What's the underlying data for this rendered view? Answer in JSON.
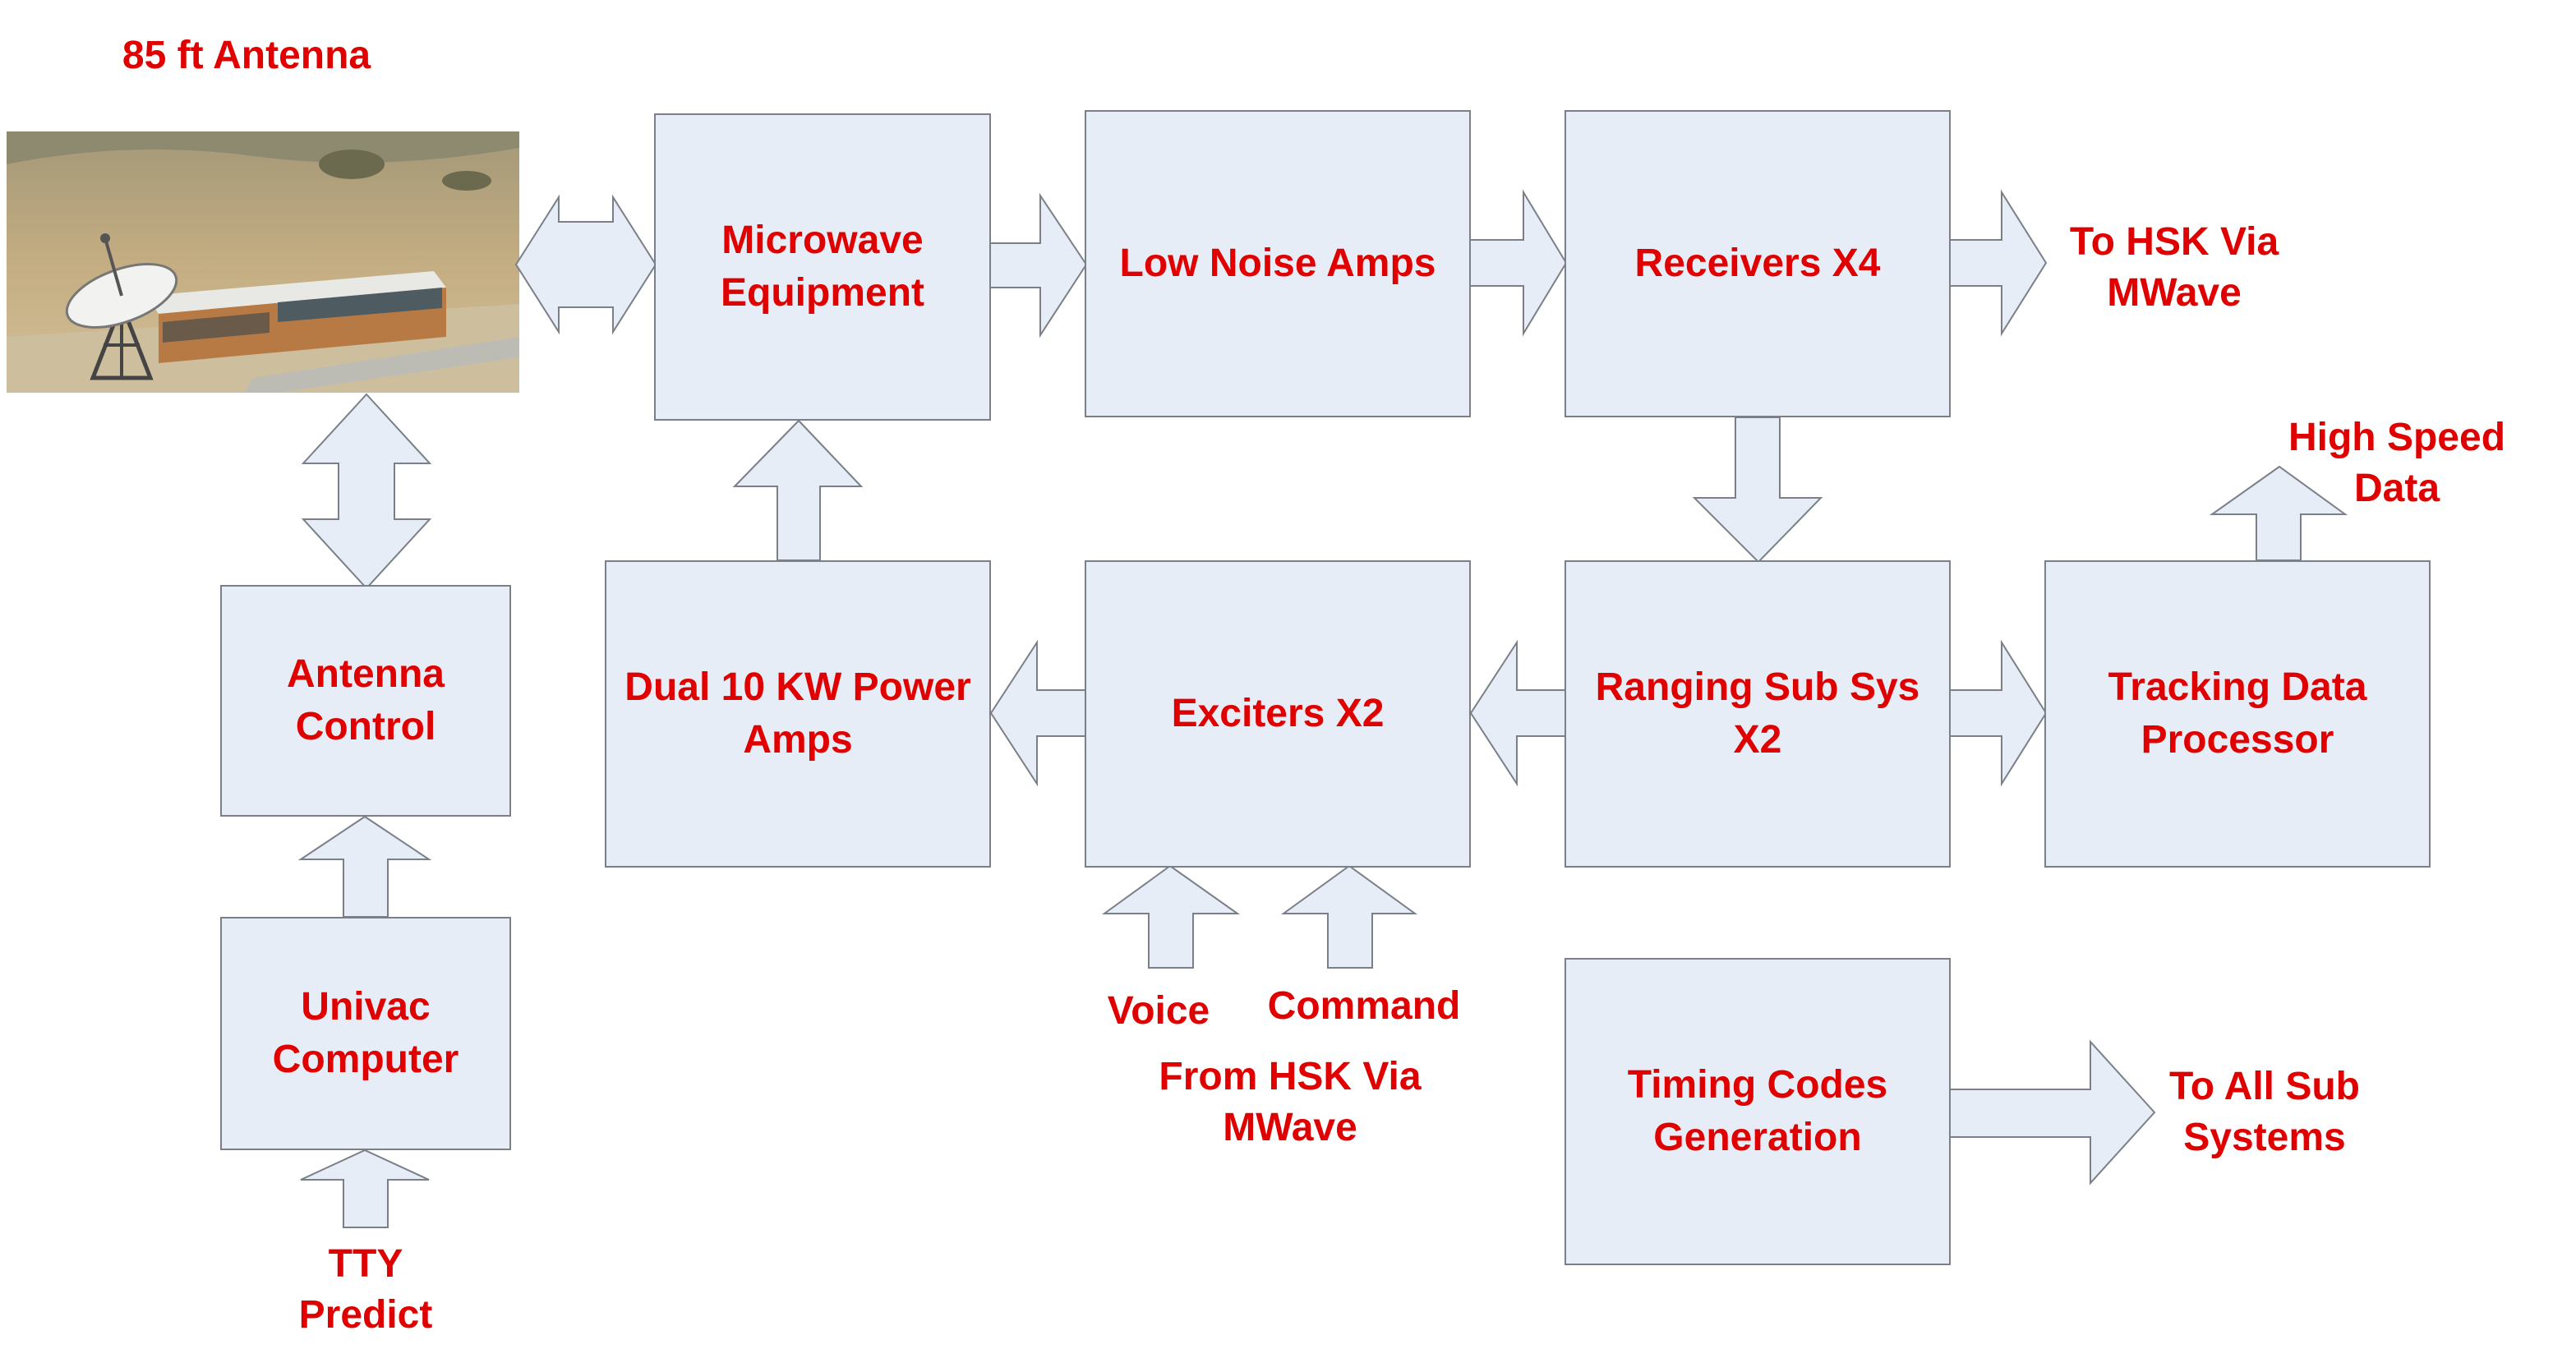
{
  "title": "85 ft Antenna",
  "photo": {
    "icon": "antenna-station-photo"
  },
  "colors": {
    "text": "#e00000",
    "box_fill": "#e7edf6",
    "box_border": "#7a7f88"
  },
  "boxes": {
    "microwave": "Microwave\nEquipment",
    "lna": "Low Noise Amps",
    "receivers": "Receivers X4",
    "antenna_control": "Antenna\nControl",
    "power_amps": "Dual 10 KW Power\nAmps",
    "exciters": "Exciters X2",
    "ranging": "Ranging Sub Sys\nX2",
    "tracking": "Tracking Data\nProcessor",
    "univac": "Univac\nComputer",
    "timing": "Timing Codes\nGeneration"
  },
  "external": {
    "to_hsk": "To HSK Via\nMWave",
    "high_speed": "High Speed\nData",
    "voice": "Voice",
    "command": "Command",
    "from_hsk": "From HSK Via\nMWave",
    "tty": "TTY\nPredict",
    "to_all": "To All Sub\nSystems"
  }
}
